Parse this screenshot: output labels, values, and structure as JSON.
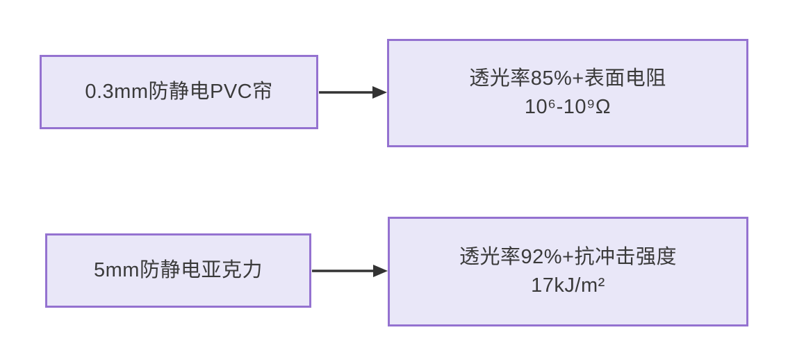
{
  "colors": {
    "node_fill": "#e9e7f8",
    "node_border": "#9472d0",
    "text": "#3a3a3a",
    "arrow": "#333333",
    "background": "#ffffff"
  },
  "diagram": {
    "type": "flowchart",
    "flows": [
      {
        "source": {
          "label": "0.3mm防静电PVC帘"
        },
        "target": {
          "line1": "透光率85%+表面电阻",
          "line2": "10⁶-10⁹Ω"
        }
      },
      {
        "source": {
          "label": "5mm防静电亚克力"
        },
        "target": {
          "line1": "透光率92%+抗冲击强度",
          "line2": "17kJ/m²"
        }
      }
    ]
  }
}
